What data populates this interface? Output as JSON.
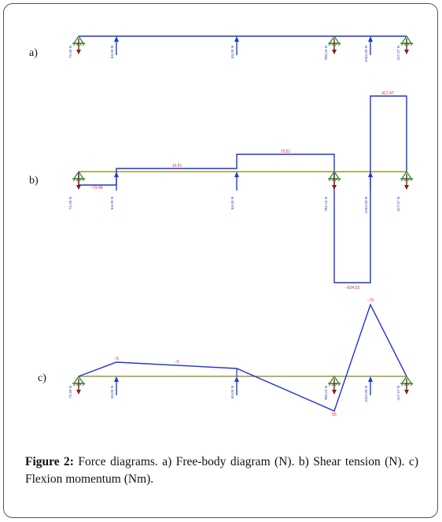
{
  "figure": {
    "caption_label": "Figure 2:",
    "caption_text": " Force diagrams. a) Free-body diagram (N). b) Shear tension (N). c) Flexion momentum (Nm)."
  },
  "panels": [
    {
      "label": "a)"
    },
    {
      "label": "b)"
    },
    {
      "label": "c)"
    }
  ],
  "colors": {
    "beam": "#2233cc",
    "axis": "#9a9a33",
    "support_green": "#3a8a3a",
    "reaction": "#8b1a1a",
    "load": "#1d3fcf",
    "value_text": "#e0201f"
  },
  "beam_nodes": [
    {
      "id": "support-left",
      "kind": "support",
      "force_label": "72.49 N"
    },
    {
      "id": "load-1",
      "kind": "load",
      "force_label": "63.00 N"
    },
    {
      "id": "load-2",
      "kind": "load",
      "force_label": "63.00 N"
    },
    {
      "id": "support-mid",
      "kind": "support",
      "force_label": "780.24 N"
    },
    {
      "id": "load-3",
      "kind": "load",
      "force_label": "1042.00 N"
    },
    {
      "id": "support-right",
      "kind": "support",
      "force_label": "417.47 N"
    }
  ],
  "chart_data": [
    {
      "type": "diagram",
      "panel": "a)",
      "forces": [
        "72.49 N",
        "63.00 N",
        "63.00 N",
        "780.24 N",
        "1042.00 N",
        "417.47 N"
      ]
    },
    {
      "type": "shear",
      "panel": "b)",
      "segment_values": [
        -72.49,
        10.51,
        73.51,
        -624.53,
        417.47
      ],
      "segment_labels": [
        "−72.49",
        "10.51",
        "73.51",
        "−624.53",
        "417.47"
      ]
    },
    {
      "type": "moment",
      "panel": "c)",
      "point_labels": [
        "−5",
        "−5",
        "55",
        "−70"
      ]
    }
  ]
}
